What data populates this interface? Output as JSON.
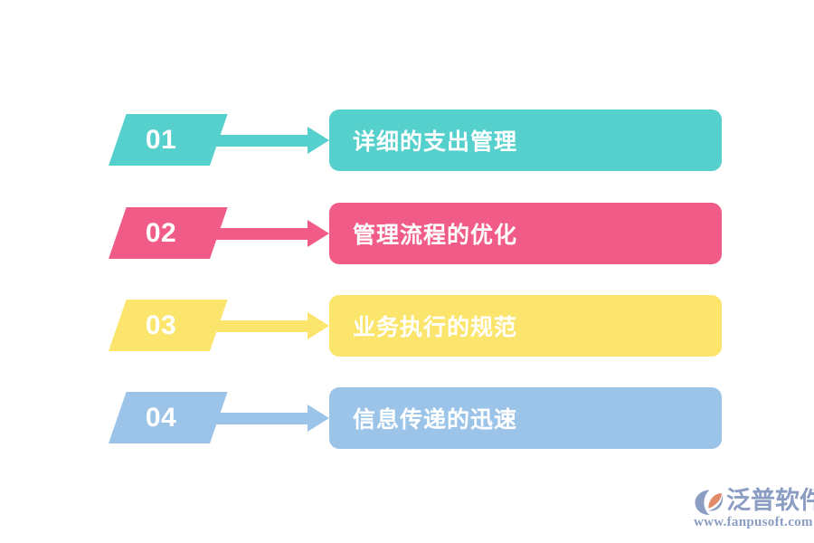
{
  "diagram": {
    "type": "numbered-arrow-list",
    "background": "#ffffff",
    "rows": [
      {
        "number": "01",
        "label": "详细的支出管理",
        "color": "#55D0CC",
        "arrow_icon": "right-arrow-icon"
      },
      {
        "number": "02",
        "label": "管理流程的优化",
        "color": "#F05C87",
        "arrow_icon": "right-arrow-icon"
      },
      {
        "number": "03",
        "label": "业务执行的规范",
        "color": "#FBE56D",
        "arrow_icon": "right-arrow-icon"
      },
      {
        "number": "04",
        "label": "信息传递的迅速",
        "color": "#9BC4E8",
        "arrow_icon": "right-arrow-icon"
      }
    ]
  },
  "watermark": {
    "brand_cn": "泛普软件",
    "url": "www.fanpusoft.com",
    "mark_icon": "fanpu-leaf-logo-icon",
    "text_color": "#8b9dc3",
    "accent_color": "#e08a6a"
  }
}
